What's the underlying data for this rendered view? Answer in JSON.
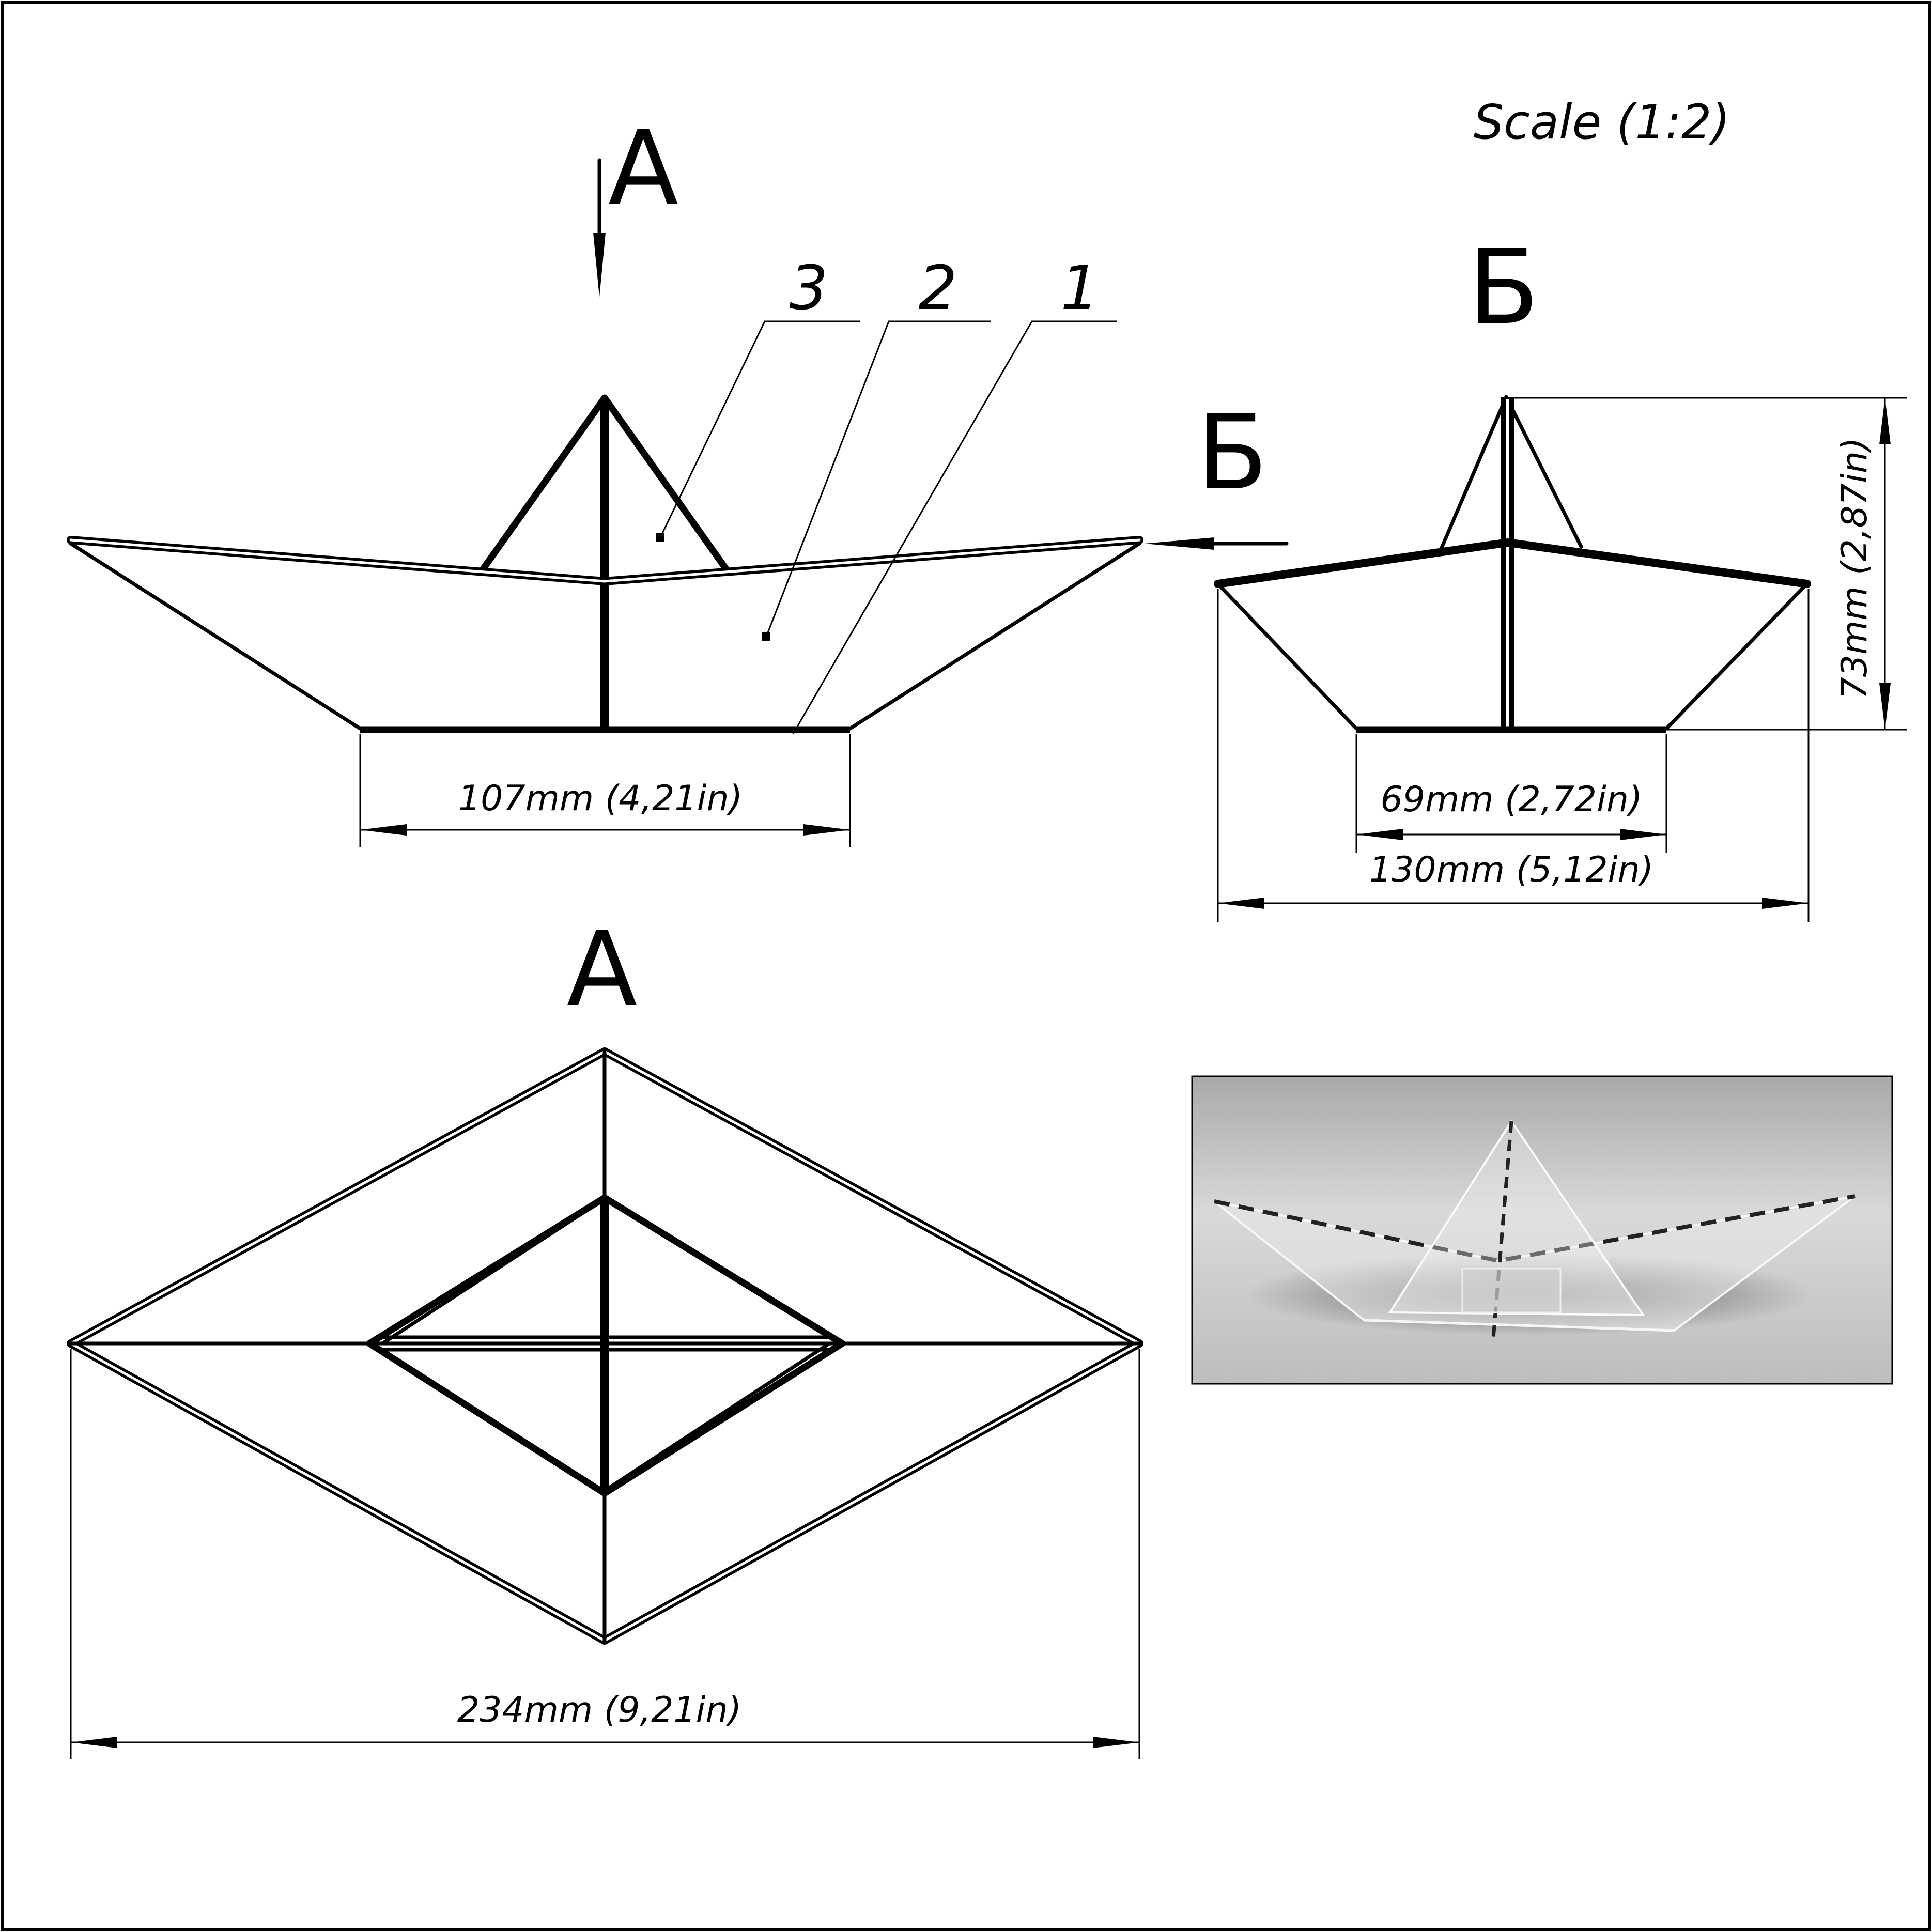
{
  "scale": "Scale (1:2)",
  "views": {
    "side": {
      "letter": "Б"
    },
    "top": {
      "letter": "A"
    }
  },
  "callouts": [
    "3",
    "2",
    "1"
  ],
  "dimensions": {
    "bottom_length": "107mm (4,21in)",
    "end_bottom_width": "69mm (2,72in)",
    "end_total_width": "130mm (5,12in)",
    "height": "73mm (2,87in)",
    "top_length": "234mm (9,21in)"
  }
}
